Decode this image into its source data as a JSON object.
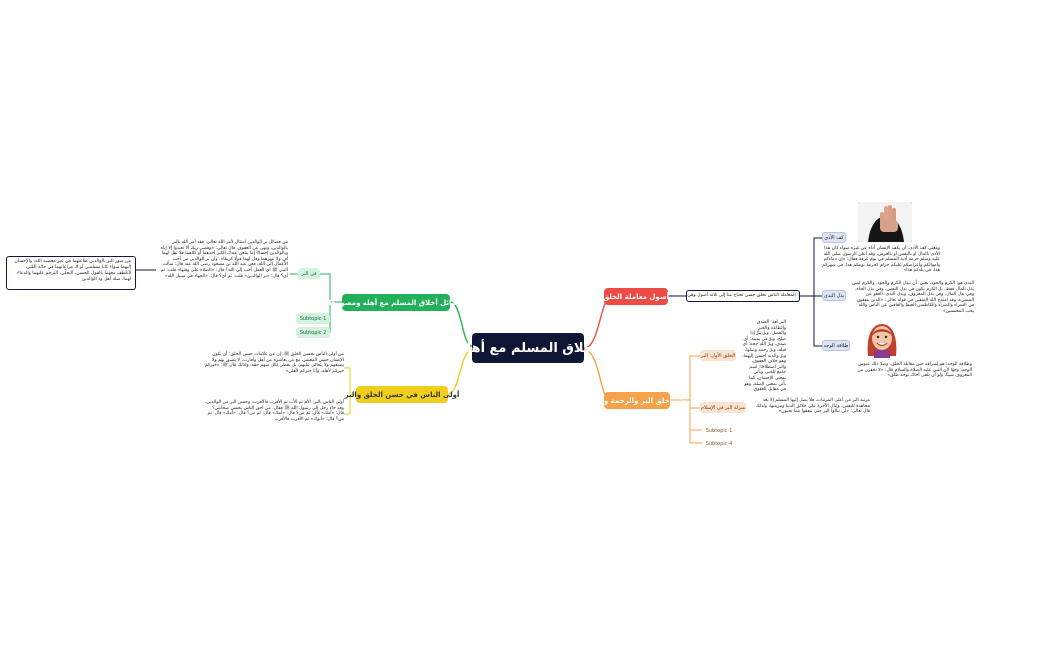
{
  "root": {
    "title": "أخلاق المسلم مع أهله"
  },
  "branches": {
    "principles": {
      "title": "أصول معاملة الخلق",
      "intro": ": المعاملة الناس بخلق حسن تحتاج منا إلى ثلاثة أصول وهي",
      "items": [
        {
          "label": "كف الأذى",
          "text": "ومعنى كف الأذى: أن يكف الإنسان أذاه عن غيره سواء كان هذا الأذى بالمال أو بالنفس أو بالعرض، وقد أعلن الرسول صلى الله عليه وسلم حرمة أذية المسلم في يوم عرفة فقال: «إن دماءكم وأموالكم وأعراضكم عليكم حرام كحرمة يومكم هذا، في شهركم هذا، في بلدكم هذا»"
        },
        {
          "label": "بذل الندى",
          "text": "الندى هو: الكرم والجود، يعني: أن تبذل الكرم والجود. والكرم ليس بذل المال فقط، بل الكرم يكون في بذل النفس، وفي بذل الجاه، وفي بذل المال، وفي بذل المعروف، وبذل الندى: العفو عن المسيء، وقد امتدح الله المتقين في قوله تعالى: «الذين ينفقون في السراء والضراء والكاظمين الغيظ والعافين عن الناس والله يحب المحسنين»"
        },
        {
          "label": "طلاقة الوجه",
          "text": "وطلاقة الوجه: هو إشراقه حين مقابلة الخلق، وضدّ ذلك عبوس الوجه، وجهًا لأن النبي عليه الصلاة والسلام قال: «لا تحقرن من المعروف شيئًا، ولو أن تلقى أخاك بوجه طلق»"
        }
      ]
    },
    "meaning": {
      "title": "معنى خلق البر والرحمة والرفق",
      "items": [
        {
          "label": "الخلق الأول: البر",
          "text": "البر لغة: الصدق والطاعة والخير والفضل، وبرَّ يَبَرُّ إذا صلح، وبرّ في يمينه: أي صدق، وبرّ الله حجه: أي قبله، وبرّ رحمه وصلها، وبرّ والديه أحسن إليهما، وهو خلاف العقوق، والبر اصطلاحًا: اسم جامع للخير، ويأتي بمعنى الإحسان، كما يأتي بمعنى الصلة، وهو في مقابل العقوق."
        },
        {
          "label": "منزلة البر في الإسلام",
          "text": "مرتبة البر من أعلى المرتبات، فلا يصل إليها المسلم إلا بعد مجاهدة للنفس، ويُنال الآخرة على خلائق الدنيا ومزينتها، ولذلك قال تعالى: «لن تنالوا البر حتى تنفقوا مما تحبون»"
        }
      ],
      "subtopics": [
        "Subtopic 1",
        "Subtopic 4"
      ]
    },
    "virtues": {
      "title": "فضائل أخلاق المسلم مع أهله ومصورها",
      "items": [
        {
          "label": "في البر",
          "text": "من فضائل بر الوالدين امتثال لأمر الله تعالى، فقد أمر الله بالبر بالوالدين، ونهى عن العقوق. قال تعالى: «وقضى ربك ألا تعبدوا إلا إياه وبالوالدين إحسانًا إما يبلغن عندك الكبر أحدهما أو كلاهما فلا تقل لهما أف ولا تنهرهما وقل لهما قولًا كريمًا». وأن بر الوالدين من أحب الأعمال إلى الله، فعن عبد الله بن مسعود رضي الله عنه قال: سألت النبي ﷺ أي العمل أحب إلى الله؟ قال: «الصلاة على وقتها» قلت: ثم أي؟ قال: «بر الوالدين» قلت: ثم أي؟ قال: «الجهاد في سبيل الله»"
        }
      ],
      "subtopics": [
        "Subtopic 1",
        "Subtopic 2"
      ],
      "note": "من صور البر بالوالدين طاعتهما في غير معصية الله، والإحسان إليهما سواء كانا مسلمين أو لا، مراعاتهما في حالة الكبر، التلطف معهما بالقول الحسن، التحلّي، الترحم عليهما والدعاء لهما، صلة أهل ود الوالدين"
    },
    "worthiest": {
      "title": "أولى الناس في حسن الخلق والبر",
      "items": [
        {
          "text": "من أولى الناس بحسن الخلق ﷺ: إن من علامات حسن الخلق: أن يكون الإنسان حسن المعشر، مع من يعاشره من أهل وأقارب، لا يضيق بهم ولا يضيقهم ولا يتعالى عليهم، بل يعطي لكل منهم حقه، ولذلك قال ﷺ: «خيركم خيركم لأهله، وأنا خيركم لأهلي»"
        },
        {
          "text": "أولى الناس بالبر: الأم ثم الأب ثم الأقرب فالأقرب، وحسن البر من الوالدين، وقد جاء رجل إلى رسول الله ﷺ فقال: من أحق الناس بحسن صحابتي؟ قال: «أمك» قال: ثم من؟ قال: «أمك» قال: ثم من؟ قال: «أمك» قال: ثم من؟ قال: «أبوك» ثم الأقرب فالأقرب"
        }
      ]
    }
  },
  "colors": {
    "root": "#0f1535",
    "principles": "#ef4b45",
    "meaning": "#f5a24a",
    "virtues": "#23b05b",
    "worthiest": "#f0ce1c"
  }
}
